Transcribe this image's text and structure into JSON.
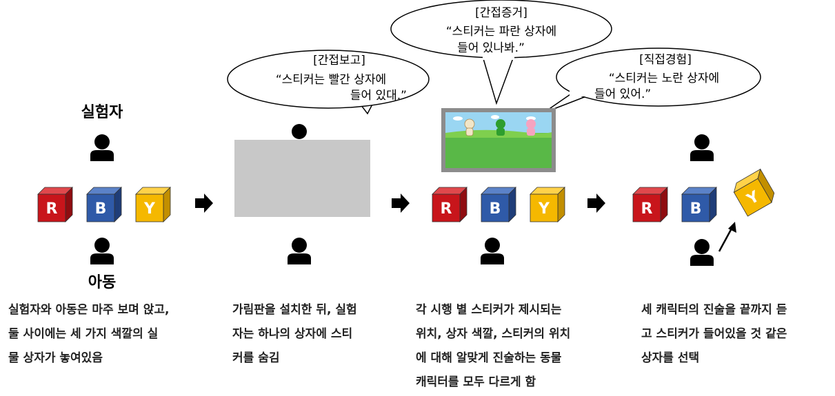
{
  "roles": {
    "experimenter": "실험자",
    "child": "아동"
  },
  "box_letters": [
    "R",
    "B",
    "Y"
  ],
  "colors": {
    "red": "#c8151b",
    "blue": "#2f5aa8",
    "yellow": "#f5b800",
    "screen_gray": "#c8c8c8"
  },
  "bubbles": [
    {
      "title": "[간접보고]",
      "line1": "“스티커는 빨간 상자에",
      "line2": "들어 있대.”"
    },
    {
      "title": "[간접증거]",
      "line1": "“스티커는 파란 상자에",
      "line2": "들어 있나봐.”"
    },
    {
      "title": "[직접경험]",
      "line1": "“스티커는 노란 상자에",
      "line2": "들어 있어.”"
    }
  ],
  "captions": [
    [
      "실험자와 아동은 마주 보며 앉고,",
      "둘 사이에는 세 가지 색깔의 실",
      "물 상자가 놓여있음"
    ],
    [
      "가림판을 설치한 뒤, 실험",
      "자는 하나의 상자에 스티",
      "커를 숨김"
    ],
    [
      "각 시행 별 스티커가 제시되는",
      "위치, 상자 색깔, 스티커의 위치",
      "에 대해 알맞게 진술하는 동물",
      "캐릭터를 모두 다르게 함"
    ],
    [
      "세 캐릭터의 진술을 끝까지 듣",
      "고 스티커가 들어있을 것 같은",
      "상자를 선택"
    ]
  ]
}
